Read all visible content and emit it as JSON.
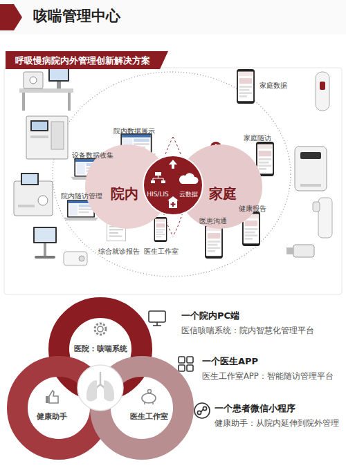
{
  "diagram": {
    "title": "咳喘管理中心",
    "nodes": [
      {
        "text": [
          "呼吸慢病院内外管理创新解决方案"
        ]
      },
      {
        "text": [
          "院内"
        ]
      },
      {
        "text": [
          "HIS/LIS",
          "云数据"
        ]
      },
      {
        "text": [
          "家庭"
        ]
      },
      {
        "text": [
          "医院：咳喘系统"
        ]
      },
      {
        "text": [
          "健康助手"
        ]
      },
      {
        "text": [
          "医生工作室"
        ]
      }
    ],
    "labels": [
      "院内数据展示",
      "设备数据收集",
      "院内随访管理",
      "综合就诊报告",
      "医生工作室",
      "家庭数据",
      "家庭随访",
      "健康报告",
      "医患沟通",
      "一个院内PC端",
      "医信咳喘系统：院内智慧化管理平台",
      "一个医生APP",
      "医生工作室APP：智能随访管理平台",
      "一个患者微信小程序",
      "健康助手：从院内延伸到院外管理"
    ]
  }
}
